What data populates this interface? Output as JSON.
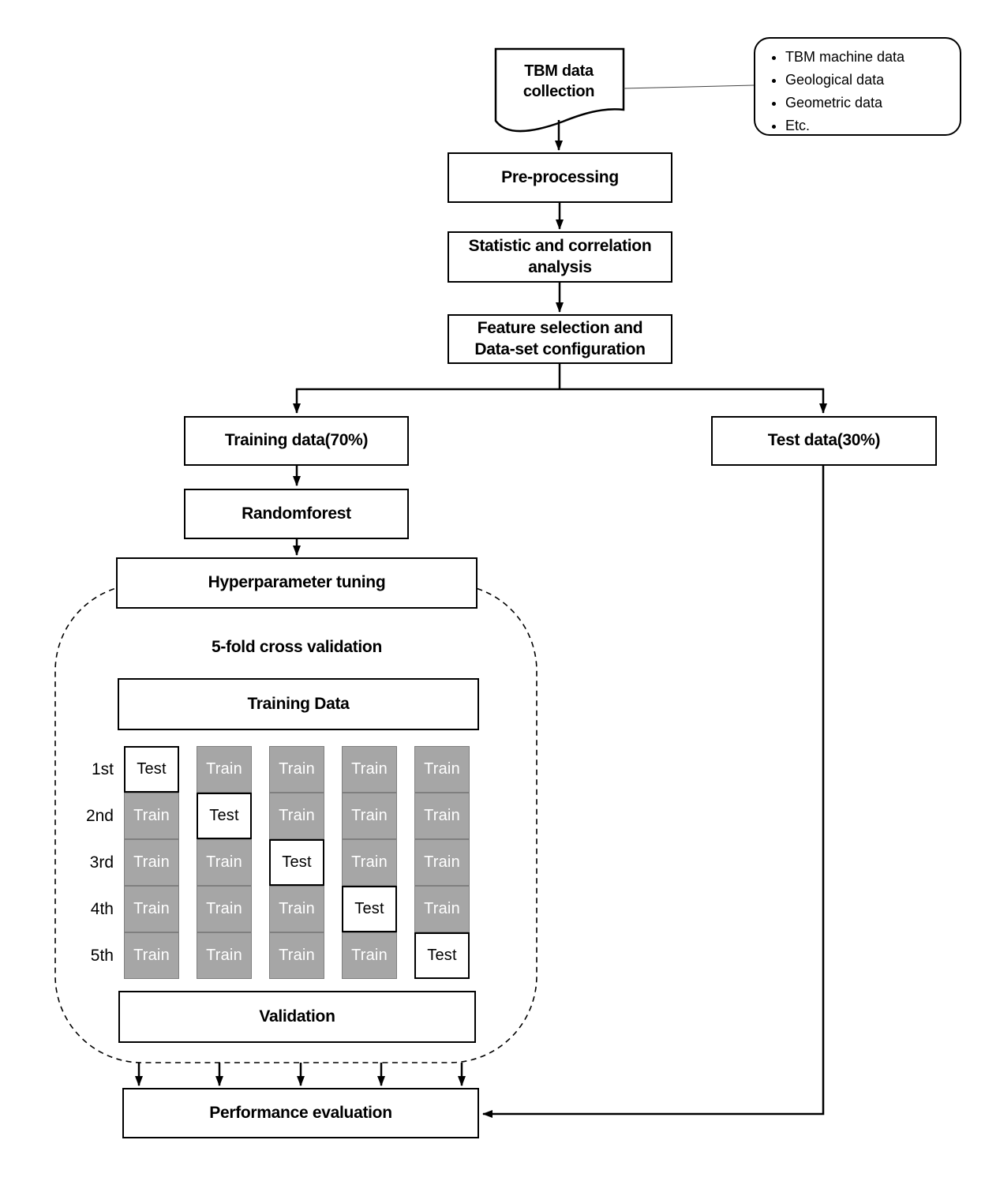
{
  "flow": {
    "tbm_collection": "TBM data collection",
    "preprocessing": "Pre-processing",
    "statistic_analysis": "Statistic and correlation analysis",
    "feature_selection": "Feature selection and Data-set configuration",
    "training_data": "Training data(70%)",
    "test_data": "Test data(30%)",
    "randomforest": "Randomforest",
    "hyperparameter_tuning": "Hyperparameter tuning",
    "performance_evaluation": "Performance evaluation"
  },
  "callout": {
    "items": [
      "TBM machine data",
      "Geological data",
      "Geometric data",
      "Etc."
    ]
  },
  "cross_validation": {
    "title": "5-fold cross validation",
    "training_data_label": "Training Data",
    "validation_label": "Validation",
    "rows": [
      {
        "label": "1st",
        "cells": [
          {
            "type": "test",
            "label": "Test"
          },
          {
            "type": "train",
            "label": "Train"
          },
          {
            "type": "train",
            "label": "Train"
          },
          {
            "type": "train",
            "label": "Train"
          },
          {
            "type": "train",
            "label": "Train"
          }
        ]
      },
      {
        "label": "2nd",
        "cells": [
          {
            "type": "train",
            "label": "Train"
          },
          {
            "type": "test",
            "label": "Test"
          },
          {
            "type": "train",
            "label": "Train"
          },
          {
            "type": "train",
            "label": "Train"
          },
          {
            "type": "train",
            "label": "Train"
          }
        ]
      },
      {
        "label": "3rd",
        "cells": [
          {
            "type": "train",
            "label": "Train"
          },
          {
            "type": "train",
            "label": "Train"
          },
          {
            "type": "test",
            "label": "Test"
          },
          {
            "type": "train",
            "label": "Train"
          },
          {
            "type": "train",
            "label": "Train"
          }
        ]
      },
      {
        "label": "4th",
        "cells": [
          {
            "type": "train",
            "label": "Train"
          },
          {
            "type": "train",
            "label": "Train"
          },
          {
            "type": "train",
            "label": "Train"
          },
          {
            "type": "test",
            "label": "Test"
          },
          {
            "type": "train",
            "label": "Train"
          }
        ]
      },
      {
        "label": "5th",
        "cells": [
          {
            "type": "train",
            "label": "Train"
          },
          {
            "type": "train",
            "label": "Train"
          },
          {
            "type": "train",
            "label": "Train"
          },
          {
            "type": "train",
            "label": "Train"
          },
          {
            "type": "test",
            "label": "Test"
          }
        ]
      }
    ]
  },
  "colors": {
    "line": "#000000",
    "train_fill": "#a6a6a6",
    "train_border": "#7f7f7f",
    "train_text": "#ffffff",
    "background": "#ffffff"
  }
}
